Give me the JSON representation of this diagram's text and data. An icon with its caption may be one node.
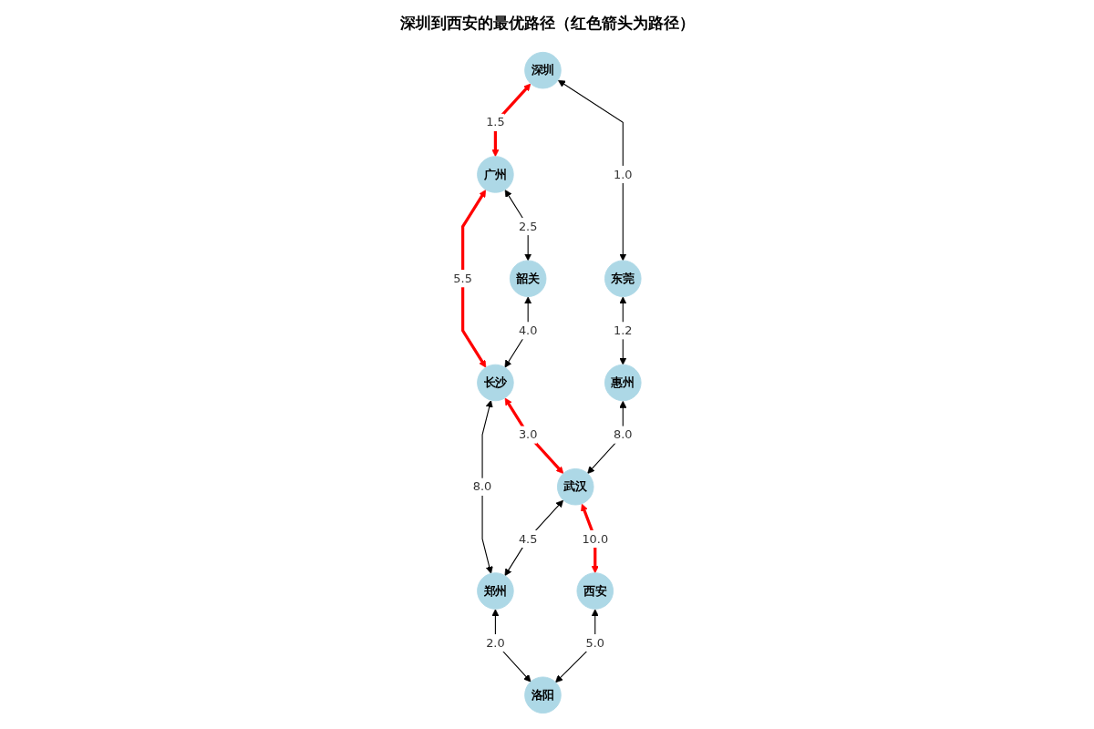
{
  "diagram": {
    "title": "深圳到西安的最优路径（红色箭头为路径）",
    "nodes": [
      {
        "text": [
          "深圳"
        ]
      },
      {
        "text": [
          "广州"
        ]
      },
      {
        "text": [
          "东莞"
        ]
      },
      {
        "text": [
          "韶关"
        ]
      },
      {
        "text": [
          "长沙"
        ]
      },
      {
        "text": [
          "惠州"
        ]
      },
      {
        "text": [
          "郑州"
        ]
      },
      {
        "text": [
          "武汉"
        ]
      },
      {
        "text": [
          "西安"
        ]
      },
      {
        "text": [
          "洛阳"
        ]
      }
    ],
    "edges": [
      {
        "from": 0,
        "to": 2,
        "arrow": "both",
        "label": "1.0"
      },
      {
        "from": 0,
        "to": 1,
        "arrow": "both",
        "label": "1.5",
        "style": "thick",
        "color": "#ff0000"
      },
      {
        "from": 1,
        "to": 3,
        "arrow": "both",
        "label": "2.5"
      },
      {
        "from": 1,
        "to": 4,
        "arrow": "both",
        "label": "5.5",
        "style": "thick",
        "color": "#ff0000"
      },
      {
        "from": 3,
        "to": 4,
        "arrow": "both",
        "label": "4.0"
      },
      {
        "from": 2,
        "to": 5,
        "arrow": "both",
        "label": "1.2"
      },
      {
        "from": 4,
        "to": 7,
        "arrow": "both",
        "label": "3.0",
        "style": "thick",
        "color": "#ff0000"
      },
      {
        "from": 4,
        "to": 6,
        "arrow": "both",
        "label": "8.0"
      },
      {
        "from": 5,
        "to": 7,
        "arrow": "both",
        "label": "8.0"
      },
      {
        "from": 7,
        "to": 6,
        "arrow": "both",
        "label": "4.5"
      },
      {
        "from": 7,
        "to": 8,
        "arrow": "both",
        "label": "10.0",
        "style": "thick",
        "color": "#ff0000"
      },
      {
        "from": 6,
        "to": 9,
        "arrow": "both",
        "label": "2.0"
      },
      {
        "from": 8,
        "to": 9,
        "arrow": "both",
        "label": "5.0"
      }
    ]
  }
}
